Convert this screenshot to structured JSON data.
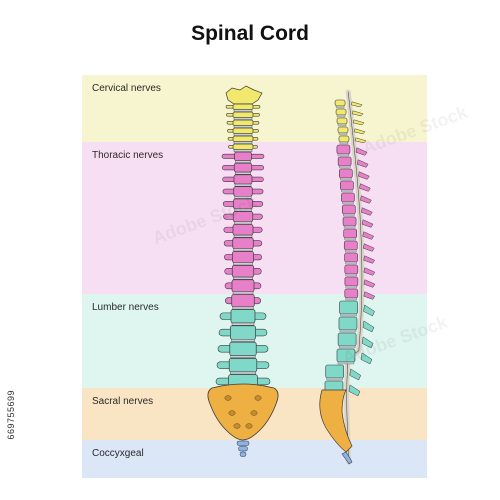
{
  "title": "Spinal Cord",
  "bands": [
    {
      "label": "Cervical nerves",
      "color": "#f7f5cf"
    },
    {
      "label": "Thoracic nerves",
      "color": "#f7dff3"
    },
    {
      "label": "Lumber nerves",
      "color": "#dff5ef"
    },
    {
      "label": "Sacral nerves",
      "color": "#f9e4c4"
    },
    {
      "label": "Coccyxgeal",
      "color": "#dbe6f7"
    }
  ],
  "vertebra_colors": {
    "cervical": "#f1e86d",
    "thoracic": "#e77fc9",
    "lumbar": "#7fd8c8",
    "sacral": "#efb043",
    "coccyx": "#8ab3e8",
    "disc": "#c9cfd2",
    "cord": "#d9d4c8",
    "outline": "#3a3a3a"
  },
  "stock_id": "669755699",
  "watermark_text": "Adobe Stock"
}
